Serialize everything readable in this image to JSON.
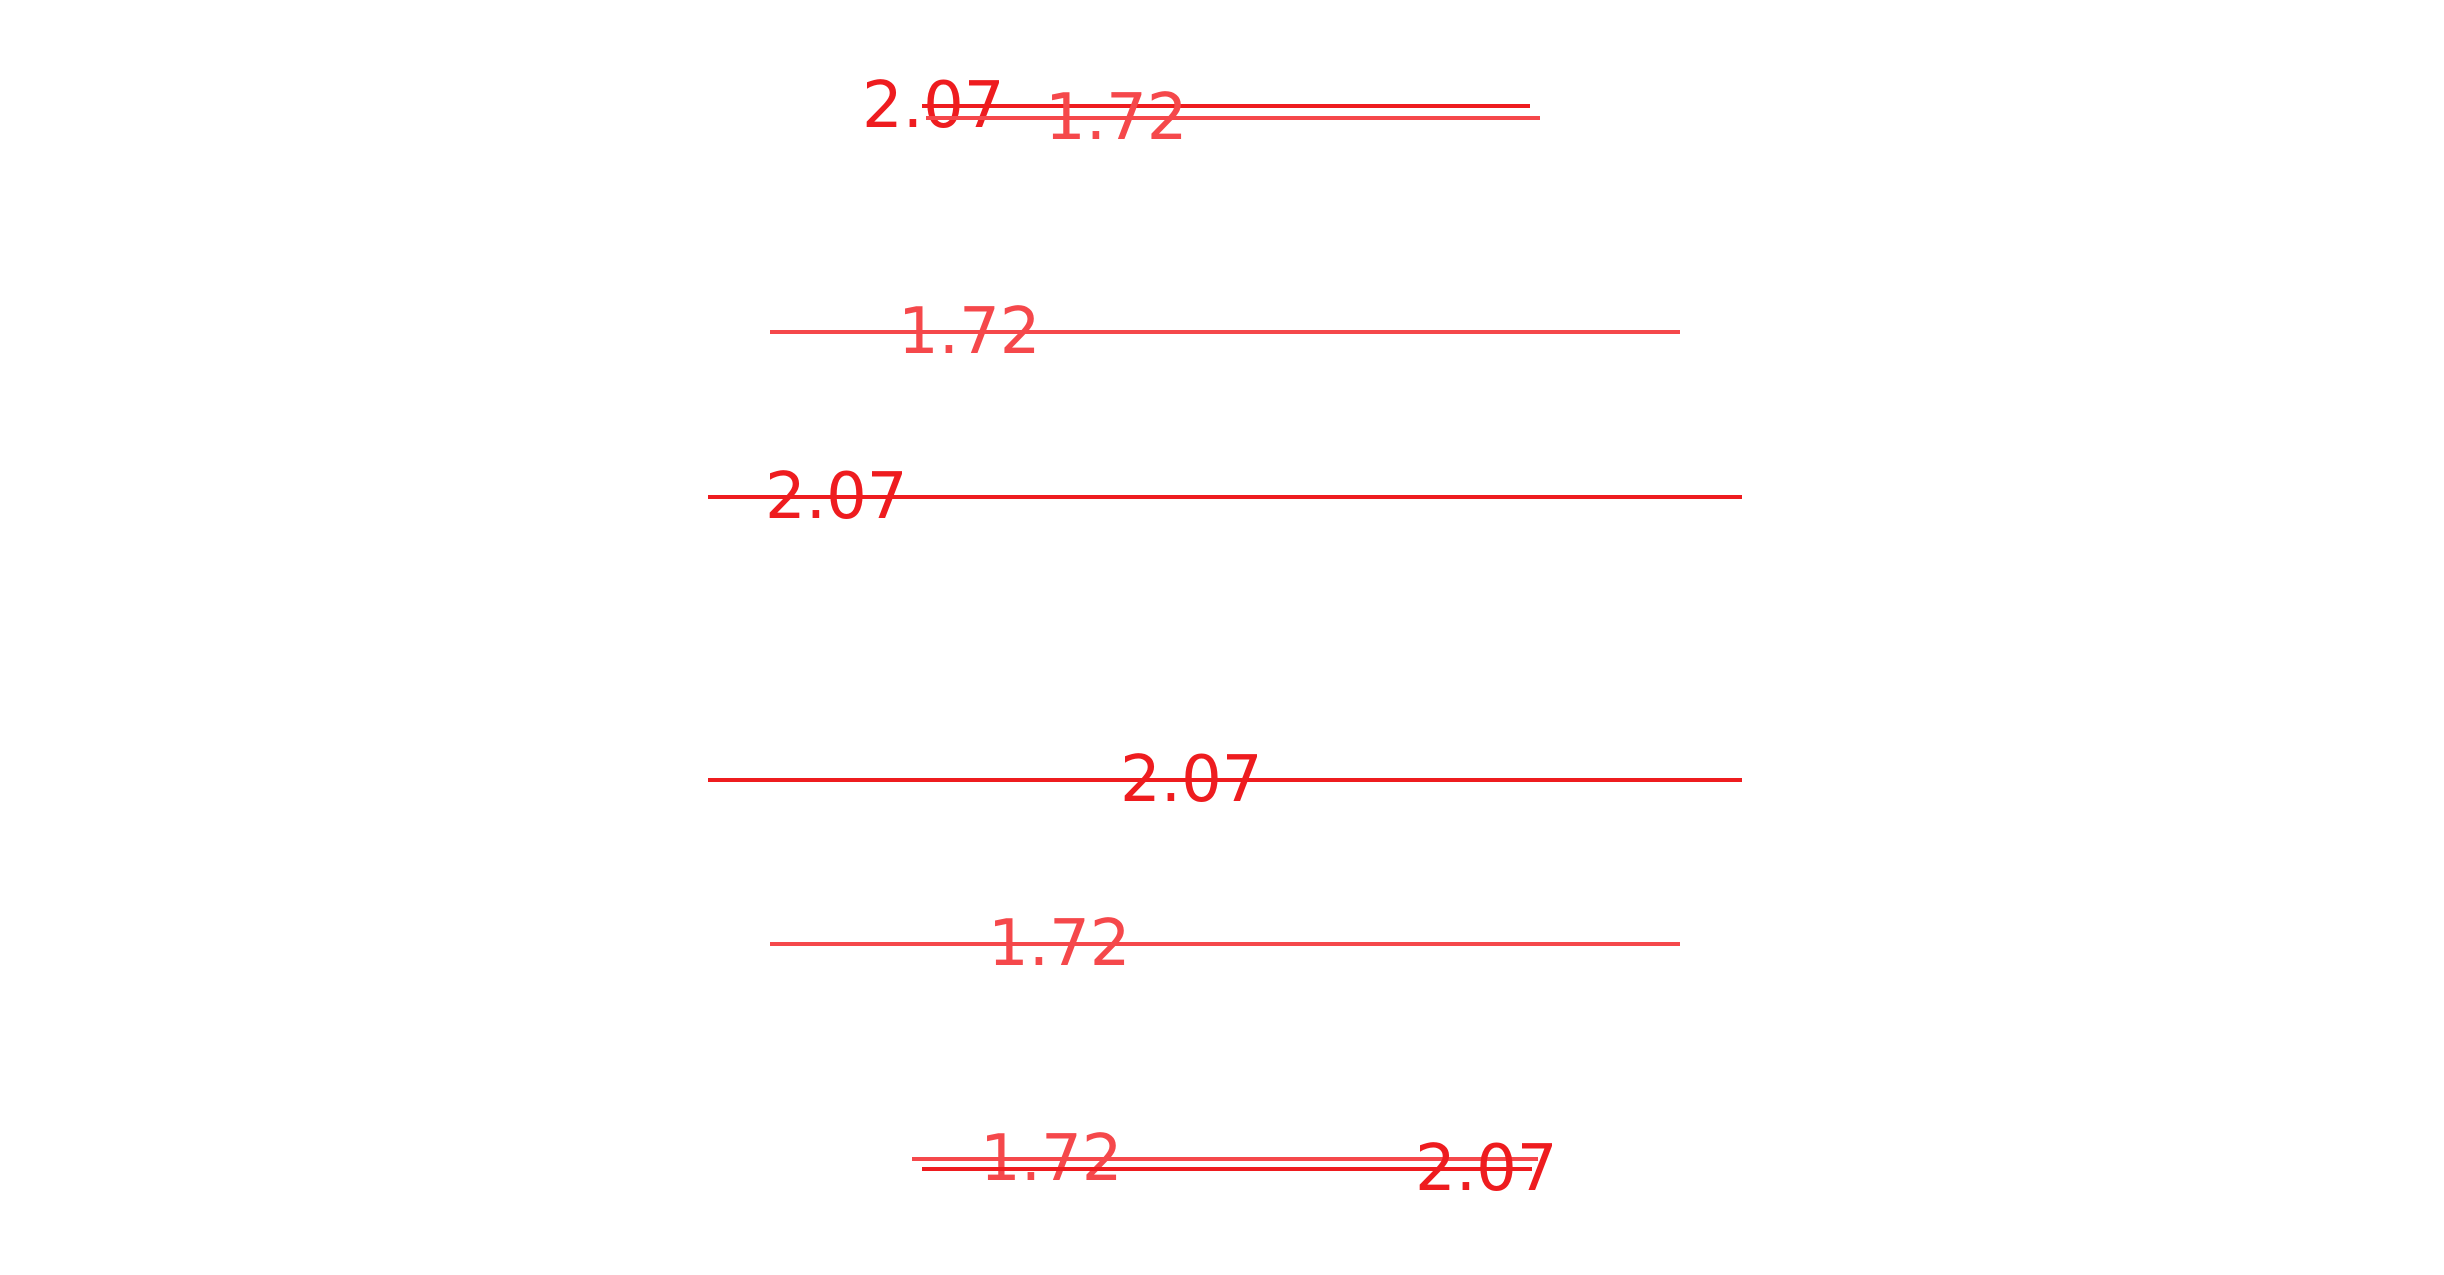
{
  "colors": {
    "dark_red": "#ee1c1f",
    "light_red": "#f5484b",
    "background": "#ffffff"
  },
  "segments": [
    {
      "label": "2.07",
      "color": "dark_red"
    },
    {
      "label": "1.72",
      "color": "light_red"
    },
    {
      "label": "1.72",
      "color": "light_red"
    },
    {
      "label": "2.07",
      "color": "dark_red"
    },
    {
      "label": "2.07",
      "color": "dark_red"
    },
    {
      "label": "1.72",
      "color": "light_red"
    },
    {
      "label": "1.72",
      "color": "light_red"
    },
    {
      "label": "2.07",
      "color": "dark_red"
    }
  ]
}
